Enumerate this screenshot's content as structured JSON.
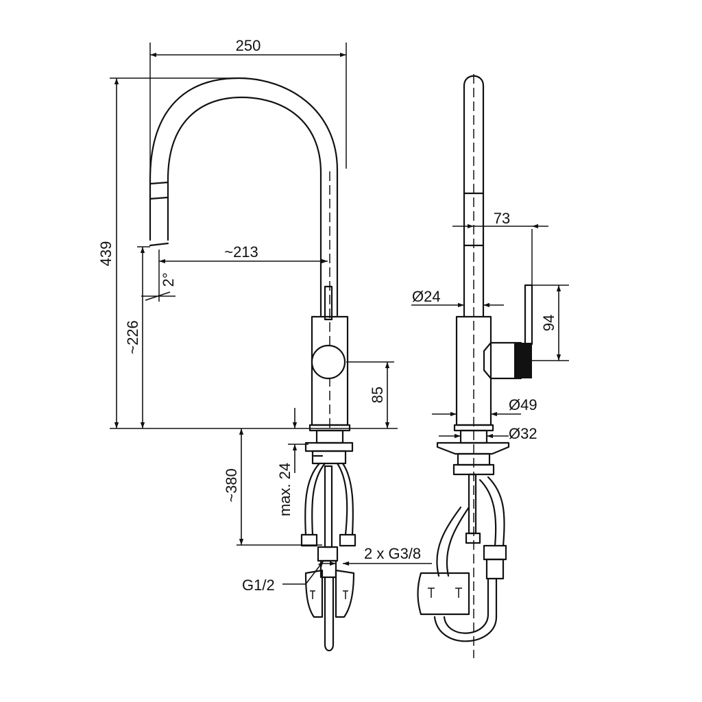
{
  "front_view": {
    "dimensions": {
      "overall_width": "250",
      "overall_height": "439",
      "spout_reach": "~213",
      "spout_tilt": "2°",
      "spout_height": "~226",
      "lever_height": "85",
      "hose_length": "~380",
      "max_counter_thickness": "max. 24",
      "supply_connections": "2 x G3/8",
      "mounting_thread": "G1/2"
    }
  },
  "side_view": {
    "dimensions": {
      "lever_offset": "73",
      "lever_length": "94",
      "spout_diameter": "Ø24",
      "body_diameter": "Ø49",
      "base_diameter": "Ø32"
    }
  },
  "colors": {
    "line": "#111111",
    "background": "#ffffff"
  }
}
